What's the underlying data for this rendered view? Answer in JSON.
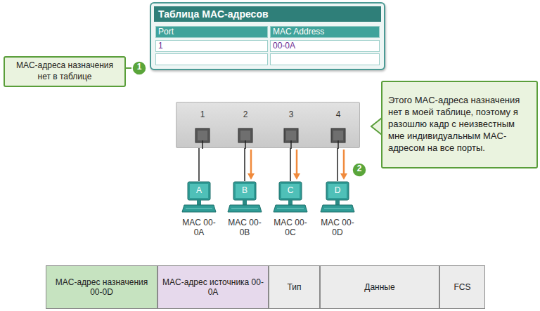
{
  "diagram": {
    "nodes": [
      {
        "text": [
          "Таблица MAC-адресов"
        ]
      },
      {
        "text": [
          "MAC-адреса назначения нет в таблице"
        ]
      },
      {
        "text": [
          "Этого MAC-адреса назначения нет в моей таблице, поэтому я разошлю кадр с неизвестным мне индивидуальным MAC-адресом на все порты."
        ]
      },
      {
        "text": [
          "1",
          "2",
          "3",
          "4"
        ]
      },
      {
        "text": [
          "A",
          "MAC 00-0A"
        ]
      },
      {
        "text": [
          "B",
          "MAC 00-0B"
        ]
      },
      {
        "text": [
          "C",
          "MAC 00-0C"
        ]
      },
      {
        "text": [
          "D",
          "MAC 00-0D"
        ]
      },
      {
        "text": [
          "MAC-адрес назначения 00-0D"
        ]
      },
      {
        "text": [
          "MAC-адрес источника 00-0A"
        ]
      },
      {
        "text": [
          "Тип"
        ]
      },
      {
        "text": [
          "Данные"
        ]
      },
      {
        "text": [
          "FCS"
        ]
      }
    ],
    "edges": [
      {
        "from": 3,
        "to": 4,
        "arrow": "none"
      },
      {
        "from": 3,
        "to": 5,
        "arrow": "to"
      },
      {
        "from": 3,
        "to": 6,
        "arrow": "to"
      },
      {
        "from": 3,
        "to": 7,
        "arrow": "to"
      }
    ],
    "labels": [
      "1",
      "2",
      "Port",
      "MAC Address",
      "1",
      "00-0A"
    ]
  }
}
